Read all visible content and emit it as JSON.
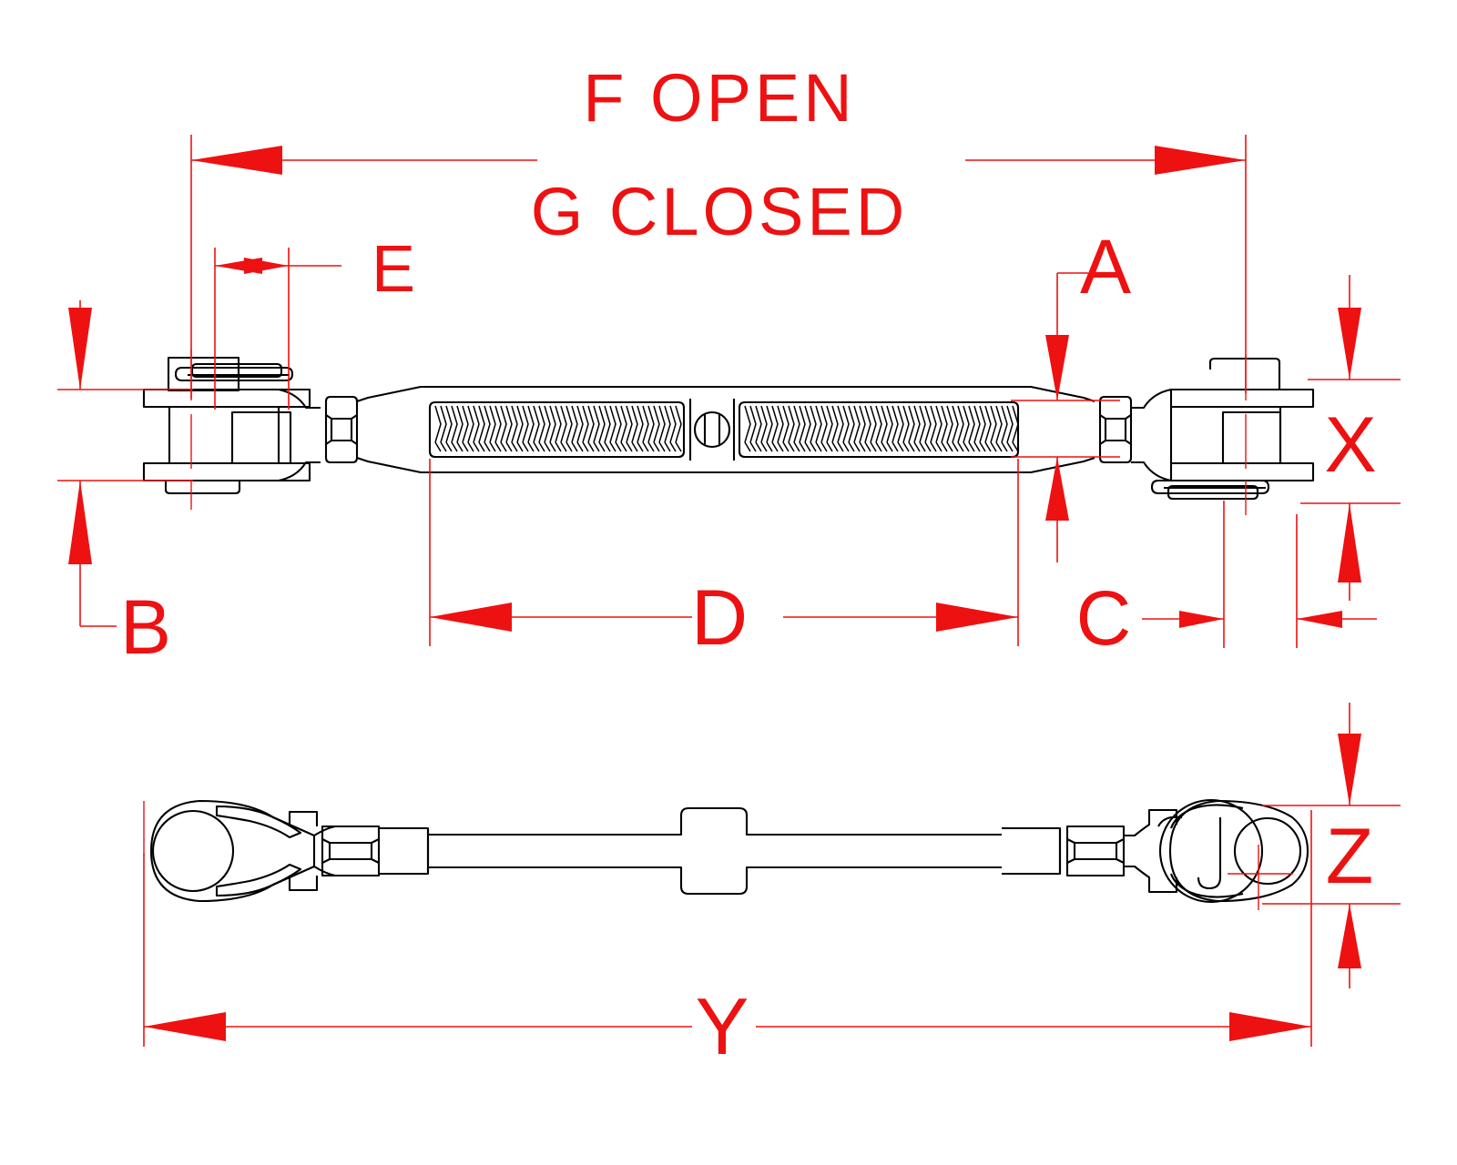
{
  "drawing": {
    "title": "Turnbuckle jaw-and-jaw dimensional drawing",
    "background_color": "#ffffff",
    "line_color": "#000000",
    "dimension_color": "#ee1111",
    "views": [
      {
        "name": "front-elevation-view",
        "description": "Jaw and jaw turnbuckle, front view with threaded body"
      },
      {
        "name": "side-rotated-view",
        "description": "Same turnbuckle rotated ninety degrees"
      }
    ]
  },
  "annotations": {
    "open_label": "F OPEN",
    "closed_label": "G CLOSED",
    "dims": {
      "a": "A",
      "b": "B",
      "c": "C",
      "d": "D",
      "e": "E",
      "f": "F",
      "g": "G",
      "x": "X",
      "y": "Y",
      "z": "Z"
    }
  }
}
